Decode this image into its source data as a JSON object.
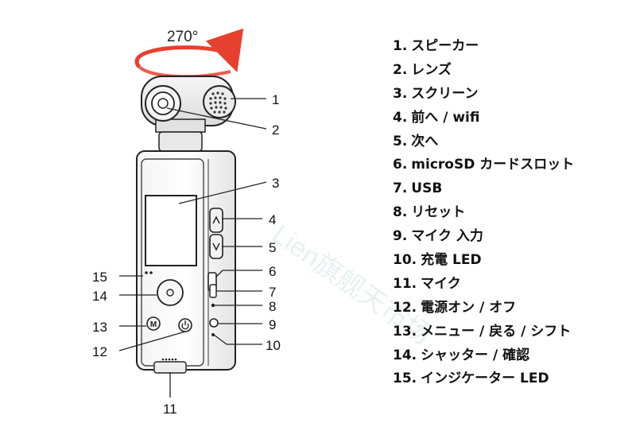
{
  "rotation": {
    "label": "270°",
    "arrow_color": "#e8402f"
  },
  "callout_numbers": [
    "1",
    "2",
    "3",
    "4",
    "5",
    "6",
    "7",
    "8",
    "9",
    "10",
    "11",
    "12",
    "13",
    "14",
    "15"
  ],
  "legend": [
    {
      "num": "1.",
      "text": "スピーカー"
    },
    {
      "num": "2.",
      "text": "レンズ"
    },
    {
      "num": "3.",
      "text": "スクリーン"
    },
    {
      "num": "4.",
      "text": "前へ / wifi"
    },
    {
      "num": "5.",
      "text": "次へ"
    },
    {
      "num": "6.",
      "text": "microSD カードスロット"
    },
    {
      "num": "7.",
      "text": "USB"
    },
    {
      "num": "8.",
      "text": "リセット"
    },
    {
      "num": "9.",
      "text": "マイク 入力"
    },
    {
      "num": "10.",
      "text": "充電 LED"
    },
    {
      "num": "11.",
      "text": "マイク"
    },
    {
      "num": "12.",
      "text": "電源オン / オフ"
    },
    {
      "num": "13.",
      "text": "メニュー / 戻る / シフト"
    },
    {
      "num": "14.",
      "text": "シャッター / 確認"
    },
    {
      "num": "15.",
      "text": "インジケーター LED"
    }
  ],
  "button_marks": {
    "menu": "M",
    "power_icon": "power-icon"
  },
  "watermark_text": "Lien旗舰天市场"
}
